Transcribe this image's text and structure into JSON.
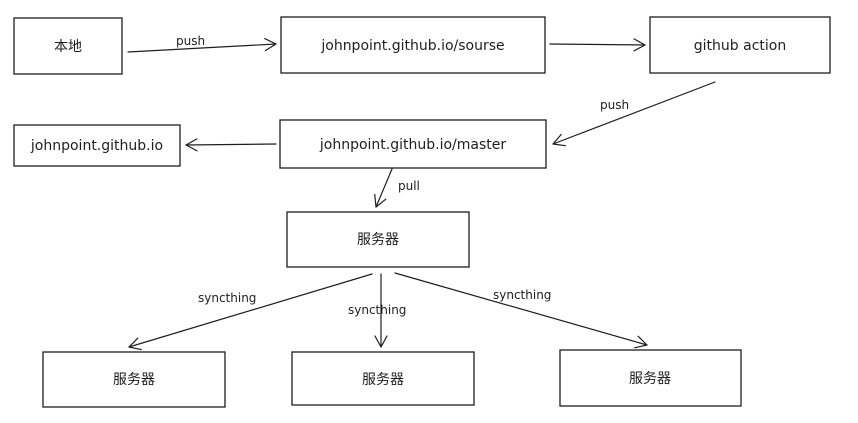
{
  "nodes": {
    "local": "本地",
    "source_repo": "johnpoint.github.io/sourse",
    "github_action": "github action",
    "master_repo": "johnpoint.github.io/master",
    "site": "johnpoint.github.io",
    "server_main": "服务器",
    "server_left": "服务器",
    "server_middle": "服务器",
    "server_right": "服务器"
  },
  "edges": {
    "local_to_source": "push",
    "action_to_master": "push",
    "master_to_server": "pull",
    "sync_left": "syncthing",
    "sync_middle": "syncthing",
    "sync_right": "syncthing"
  }
}
